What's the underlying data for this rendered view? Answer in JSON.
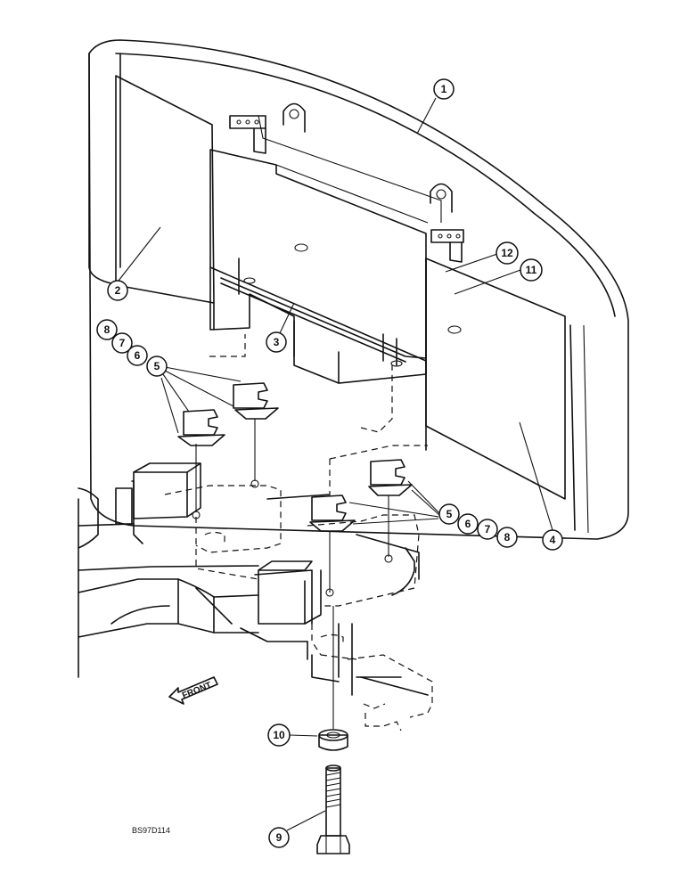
{
  "callouts": {
    "c1": "1",
    "c2": "2",
    "c3": "3",
    "c4": "4",
    "c5a": "5",
    "c6a": "6",
    "c7a": "7",
    "c8a": "8",
    "c5b": "5",
    "c6b": "6",
    "c7b": "7",
    "c8b": "8",
    "c9": "9",
    "c10": "10",
    "c11": "11",
    "c12": "12"
  },
  "labels": {
    "front": "FRONT",
    "drawing_code": "BS97D114"
  }
}
